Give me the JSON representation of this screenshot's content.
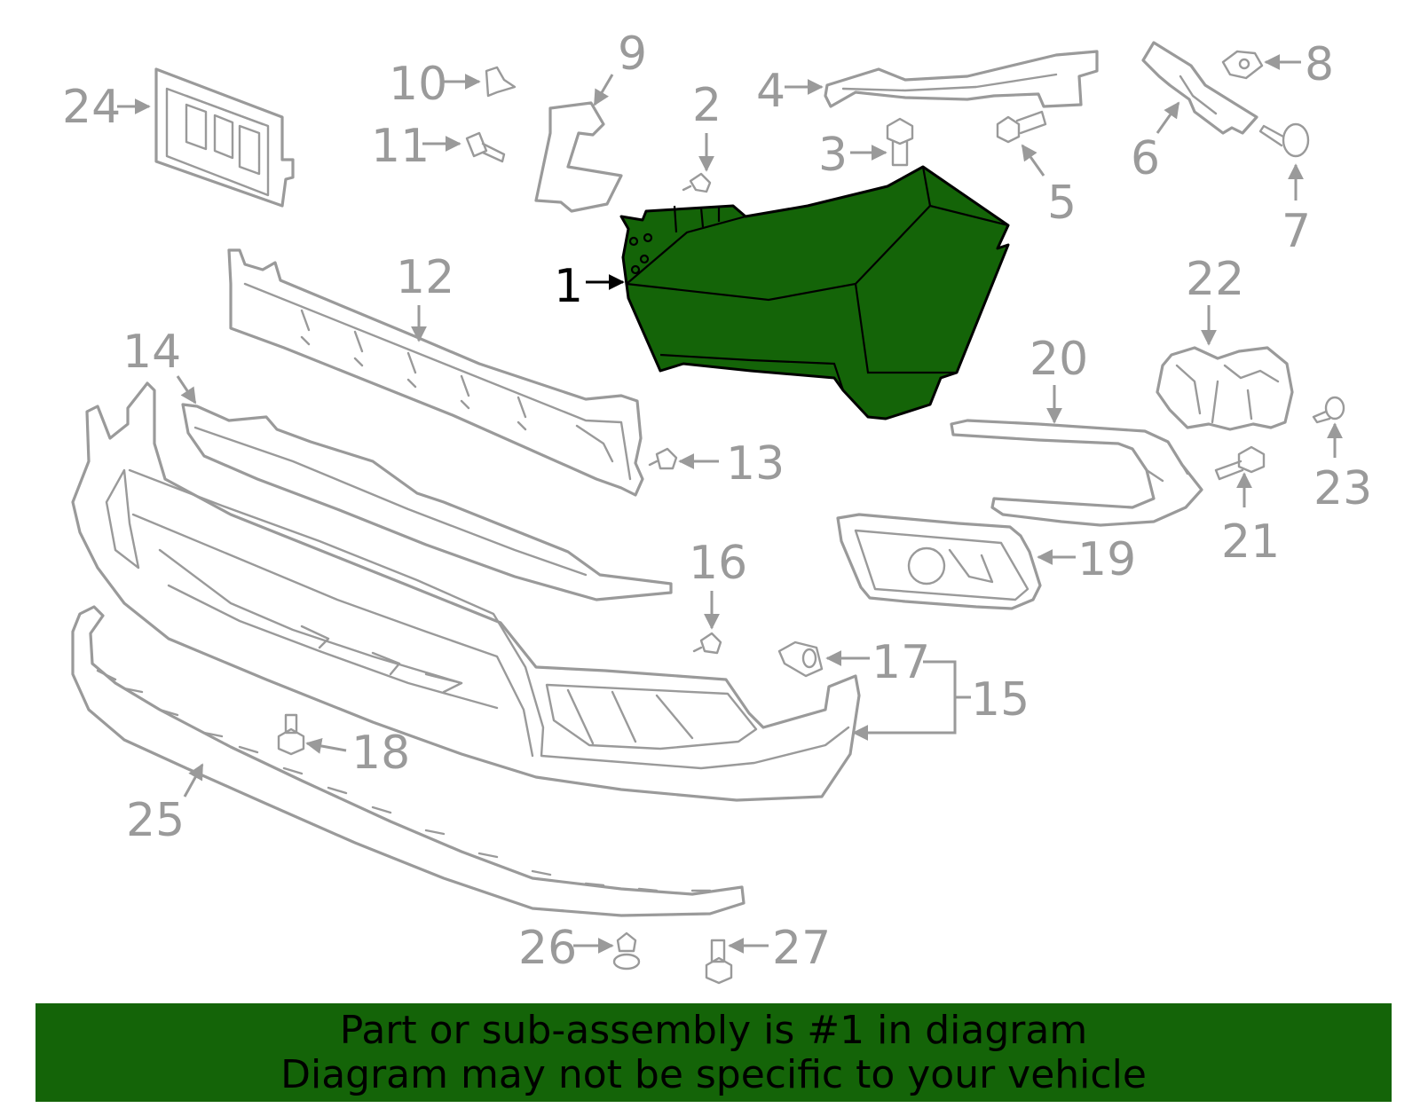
{
  "callouts": {
    "c1": "1",
    "c2": "2",
    "c3": "3",
    "c4": "4",
    "c5": "5",
    "c6": "6",
    "c7": "7",
    "c8": "8",
    "c9": "9",
    "c10": "10",
    "c11": "11",
    "c12": "12",
    "c13": "13",
    "c14": "14",
    "c15": "15",
    "c16": "16",
    "c17": "17",
    "c18": "18",
    "c19": "19",
    "c20": "20",
    "c21": "21",
    "c22": "22",
    "c23": "23",
    "c24": "24",
    "c25": "25",
    "c26": "26",
    "c27": "27"
  },
  "highlight": {
    "part_number": "1",
    "color": "#146408"
  },
  "banner": {
    "line1": "Part or sub-assembly is #1 in diagram",
    "line2": "Diagram may not be specific to your vehicle",
    "background": "#146408"
  }
}
